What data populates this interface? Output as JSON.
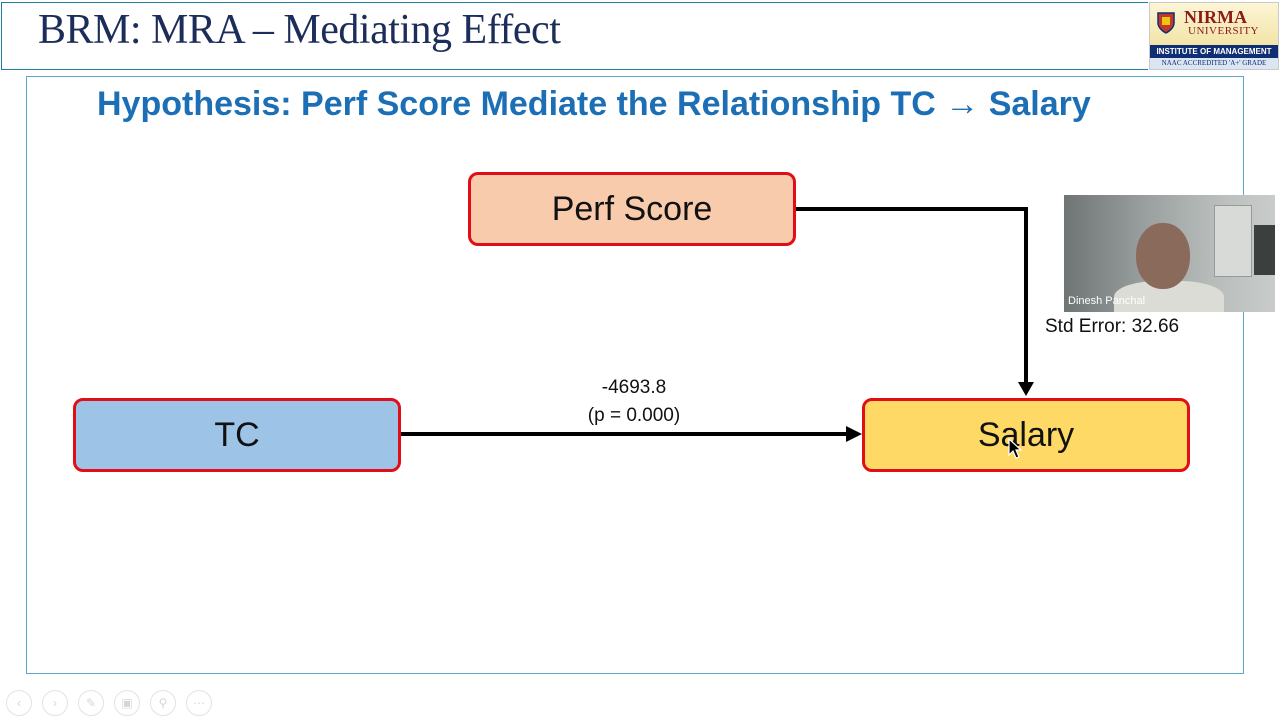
{
  "header": {
    "title": "BRM: MRA – Mediating Effect",
    "logo": {
      "name": "NIRMA",
      "university": "UNIVERSITY",
      "institute": "INSTITUTE OF MANAGEMENT",
      "accreditation": "NAAC ACCREDITED 'A+' GRADE"
    }
  },
  "slide": {
    "title": "Hypothesis: Perf Score Mediate the Relationship TC → Salary",
    "nodes": {
      "mediator": "Perf Score",
      "independent": "TC",
      "dependent": "Salary"
    },
    "direct_path": {
      "coefficient": "-4693.8",
      "p_value": "(p = 0.000)"
    },
    "std_error": "Std Error: 32.66",
    "colors": {
      "mediator_fill": "#f8cbad",
      "independent_fill": "#9dc3e6",
      "dependent_fill": "#ffd966",
      "box_border": "#e00f17",
      "title": "#1c6fb5"
    }
  },
  "video_overlay": {
    "participant_name": "Dinesh Panchal"
  },
  "toolbar": {
    "icons": [
      "prev-icon",
      "next-icon",
      "pen-icon",
      "slides-icon",
      "zoom-icon",
      "more-icon"
    ],
    "glyphs": [
      "‹",
      "›",
      "✎",
      "▣",
      "⚲",
      "⋯"
    ]
  }
}
